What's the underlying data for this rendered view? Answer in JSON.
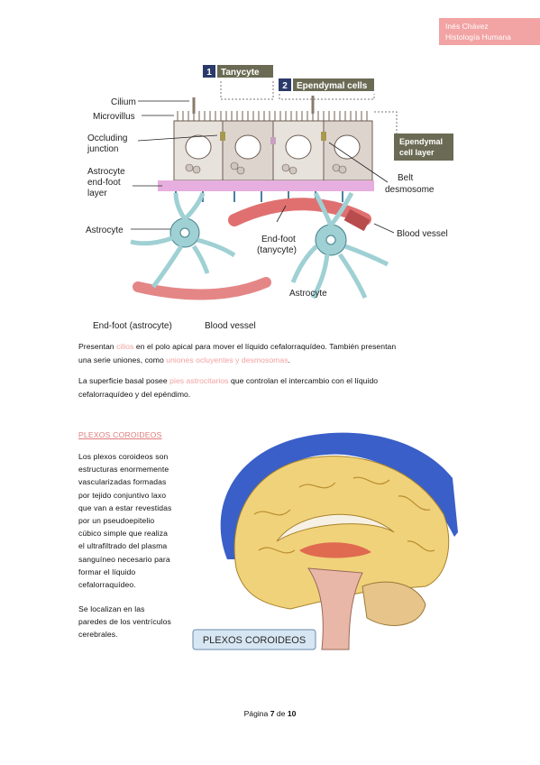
{
  "header": {
    "author": "Inés Chávez",
    "subject": "Histología Humana"
  },
  "figure1": {
    "callouts": {
      "n1": "1",
      "n2": "2",
      "tanycyte": "Tanycyte",
      "ependymal_cells": "Ependymal cells"
    },
    "labels": {
      "cilium": "Cilium",
      "microvillus": "Microvillus",
      "occluding1": "Occluding",
      "occluding2": "junction",
      "astro_layer1": "Astrocyte",
      "astro_layer2": "end-foot",
      "astro_layer3": "layer",
      "astrocyte_left": "Astrocyte",
      "endfoot_tan1": "End-foot",
      "endfoot_tan2": "(tanycyte)",
      "astrocyte_right": "Astrocyte",
      "endfoot_astro": "End-foot (astrocyte)",
      "blood_vessel_bottom": "Blood vessel",
      "blood_vessel_right": "Blood vessel",
      "ependymal_layer1": "Ependymal",
      "ependymal_layer2": "cell layer",
      "belt1": "Belt",
      "belt2": "desmosome"
    }
  },
  "para1": {
    "t1": "Presentan ",
    "k1": "cilios",
    "t2": " en el polo apical para mover el líquido cefalorraquídeo. También presentan",
    "t3": "una serie uniones, como ",
    "k2": "uniones ocluyentes y desmosomas",
    "t4": "."
  },
  "para2": {
    "t1": "La superficie basal posee ",
    "k1": "pies astrocitarios",
    "t2": " que controlan el intercambio con el líquido",
    "t3": "cefalorraquídeo y del epéndimo."
  },
  "section_title": "PLEXOS COROIDEOS",
  "column": {
    "lines": [
      "Los plexos coroideos son",
      "estructuras enormemente",
      "vascularizadas formadas",
      "por tejido conjuntivo laxo",
      "que van a estar revestidas",
      "por un pseudoepitelio",
      "cúbico simple que realiza",
      "el ultrafiltrado del plasma",
      "sanguíneo necesario para",
      "formar el líquido",
      "cefalorraquídeo."
    ],
    "lines2": [
      "Se localizan en las",
      "paredes de los ventrículos",
      "cerebrales."
    ]
  },
  "figure2": {
    "caption": "PLEXOS COROIDEOS"
  },
  "footer": {
    "prefix": "Página ",
    "page": "7",
    "of": " de ",
    "total": "10"
  },
  "colors": {
    "accent_pink": "#f2a3a3",
    "keyword_pink": "#f2a0a0",
    "section_red": "#e07a7a"
  }
}
